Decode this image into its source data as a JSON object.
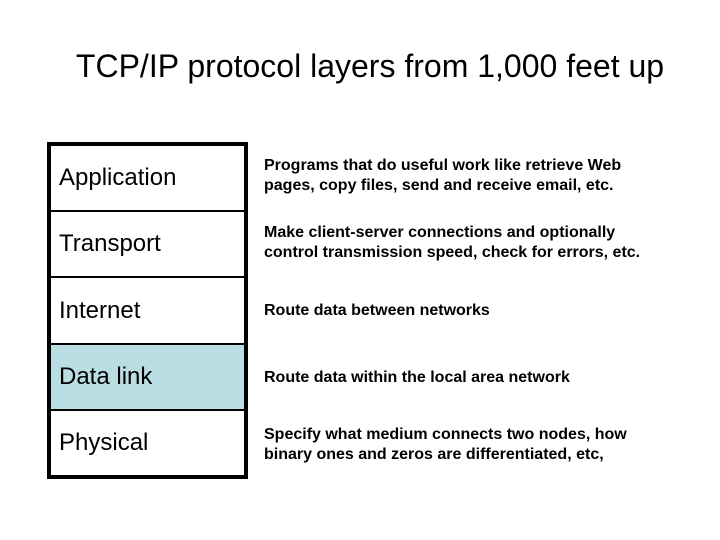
{
  "slide": {
    "title": "TCP/IP protocol layers from 1,000 feet up",
    "background_color": "#ffffff",
    "text_color": "#000000"
  },
  "stack": {
    "border_color": "#000000",
    "highlight_color": "#badde3",
    "layers": [
      {
        "label": "Application",
        "highlighted": false,
        "desc_lines": [
          "Programs that do useful work like retrieve Web",
          "pages, copy files, send and receive email, etc."
        ]
      },
      {
        "label": "Transport",
        "highlighted": false,
        "desc_lines": [
          "Make client-server connections and optionally",
          "control transmission speed, check for errors, etc."
        ]
      },
      {
        "label": "Internet",
        "highlighted": false,
        "desc_lines": [
          "Route data between networks"
        ]
      },
      {
        "label": "Data link",
        "highlighted": true,
        "desc_lines": [
          "Route data within the local area network"
        ]
      },
      {
        "label": "Physical",
        "highlighted": false,
        "desc_lines": [
          "Specify what medium connects two nodes, how",
          "binary ones and zeros are differentiated, etc,"
        ]
      }
    ]
  }
}
